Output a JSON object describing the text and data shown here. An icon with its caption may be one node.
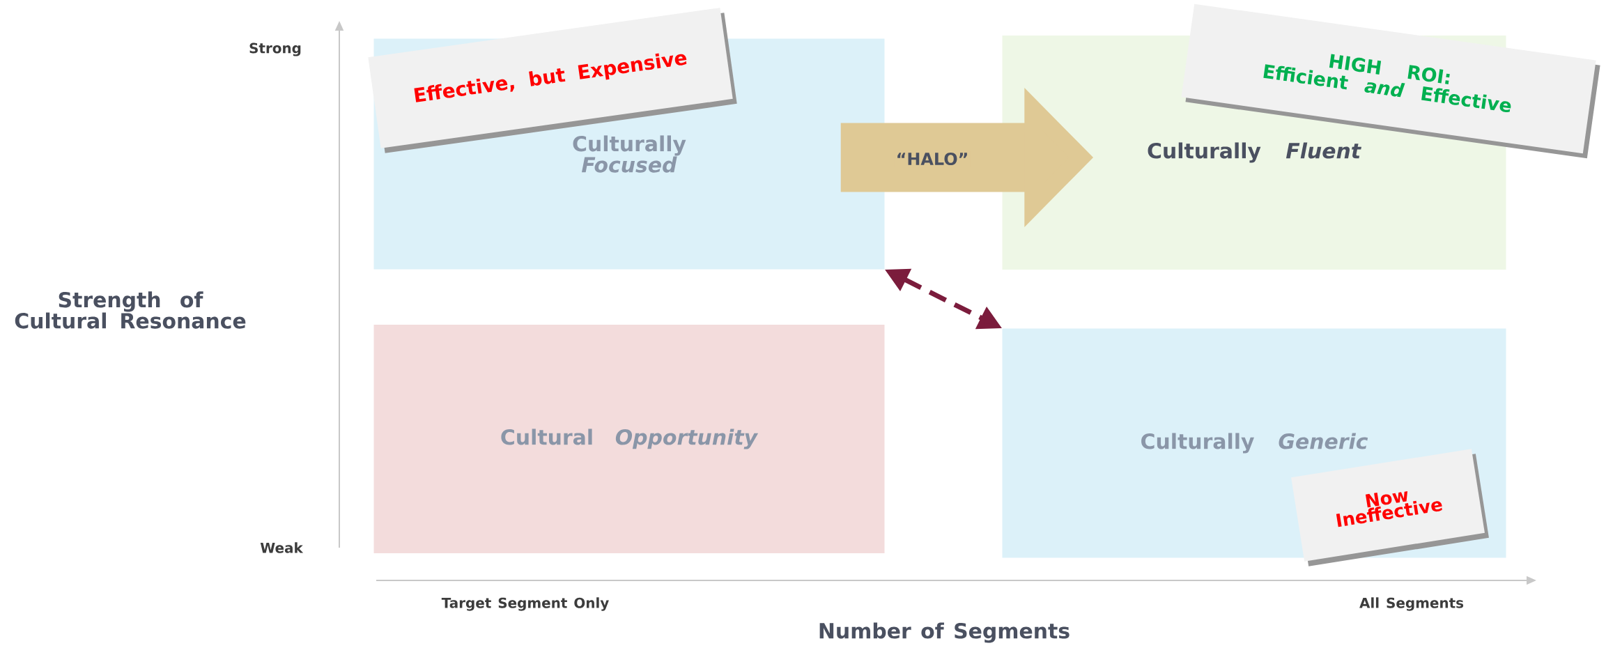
{
  "diagram": {
    "nodes": [
      {
        "text": [
          "Culturally *Focused*"
        ]
      },
      {
        "text": [
          "Effective, but Expensive"
        ]
      },
      {
        "text": [
          "Culturally *Fluent*"
        ]
      },
      {
        "text": [
          "HIGH ROI:",
          "Efficient *and* Effective"
        ]
      },
      {
        "text": [
          "Cultural *Opportunity*"
        ]
      },
      {
        "text": [
          "Culturally *Generic*"
        ]
      },
      {
        "text": [
          "Now Ineffective"
        ]
      }
    ],
    "edges": [
      {
        "from": 0,
        "to": 2,
        "arrow": "to",
        "label": "“HALO”",
        "style": "thick",
        "color": "#dfc995"
      },
      {
        "from": 0,
        "to": 5,
        "arrow": "both",
        "style": "dashed",
        "color": "#7b1c3c"
      }
    ],
    "labels": [
      "Strong",
      "Strength of Cultural Resonance",
      "Weak",
      "Target Segment Only",
      "All Segments",
      "Number of Segments"
    ]
  }
}
